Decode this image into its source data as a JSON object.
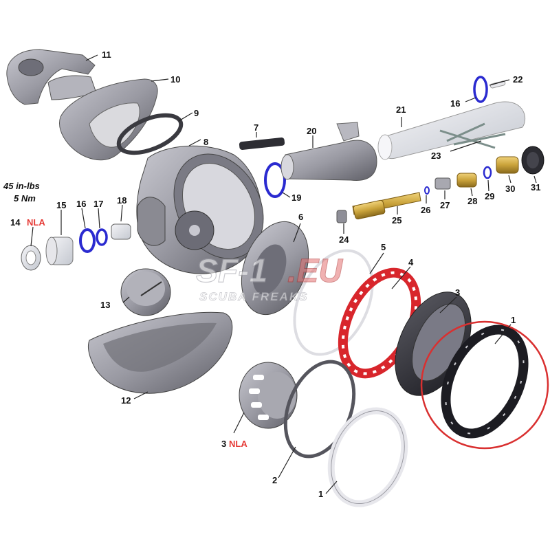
{
  "diagram": {
    "torque_imperial": "45 in-lbs",
    "torque_metric": "5 Nm",
    "nla_label": "NLA",
    "watermark": {
      "brand_a": "SF-1",
      "brand_b": ".EU",
      "tagline": "SCUBA FREAKS"
    },
    "labels": {
      "p1": "1",
      "p1b": "1",
      "p2": "2",
      "p3": "3",
      "p3b": "3",
      "p4": "4",
      "p5": "5",
      "p6": "6",
      "p7": "7",
      "p8": "8",
      "p9": "9",
      "p10": "10",
      "p11": "11",
      "p12": "12",
      "p13": "13",
      "p14": "14",
      "p15": "15",
      "p16": "16",
      "p16b": "16",
      "p17": "17",
      "p18": "18",
      "p19": "19",
      "p20": "20",
      "p21": "21",
      "p22": "22",
      "p23": "23",
      "p24": "24",
      "p25": "25",
      "p26": "26",
      "p27": "27",
      "p28": "28",
      "p29": "29",
      "p30": "30",
      "p31": "31"
    },
    "colors": {
      "body_gray": "#8f8f98",
      "oring_blue": "#2a2ad0",
      "ring_red": "#d8262c",
      "brass": "#c9a23a",
      "highlight": "#d93030"
    }
  }
}
